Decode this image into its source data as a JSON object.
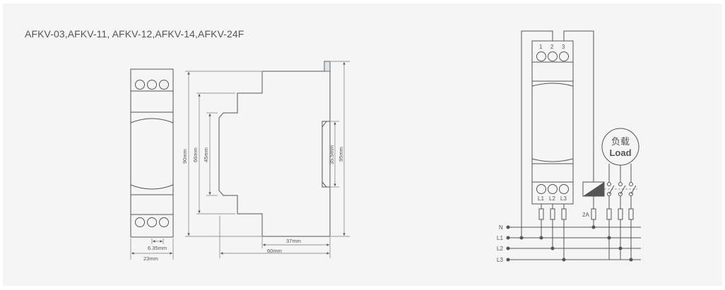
{
  "title": "AFKV-03,AFKV-11, AFKV-12,AFKV-14,AFKV-24F",
  "dimensions": {
    "terminal_pitch": "6.35mm",
    "width": "23mm",
    "height_total": "90mm",
    "height_66": "66mm",
    "height_45": "45mm",
    "din_rail": "35.5mm",
    "height_95": "95mm",
    "depth_37": "37mm",
    "depth_60": "60mm"
  },
  "wiring": {
    "top_terminals": [
      "1",
      "2",
      "3"
    ],
    "bottom_terminals": [
      "L1",
      "L2",
      "L3"
    ],
    "buses": [
      "N",
      "L1",
      "L2",
      "L3"
    ],
    "fuse_rating": "2A",
    "load_cn": "负载",
    "load_en": "Load"
  }
}
